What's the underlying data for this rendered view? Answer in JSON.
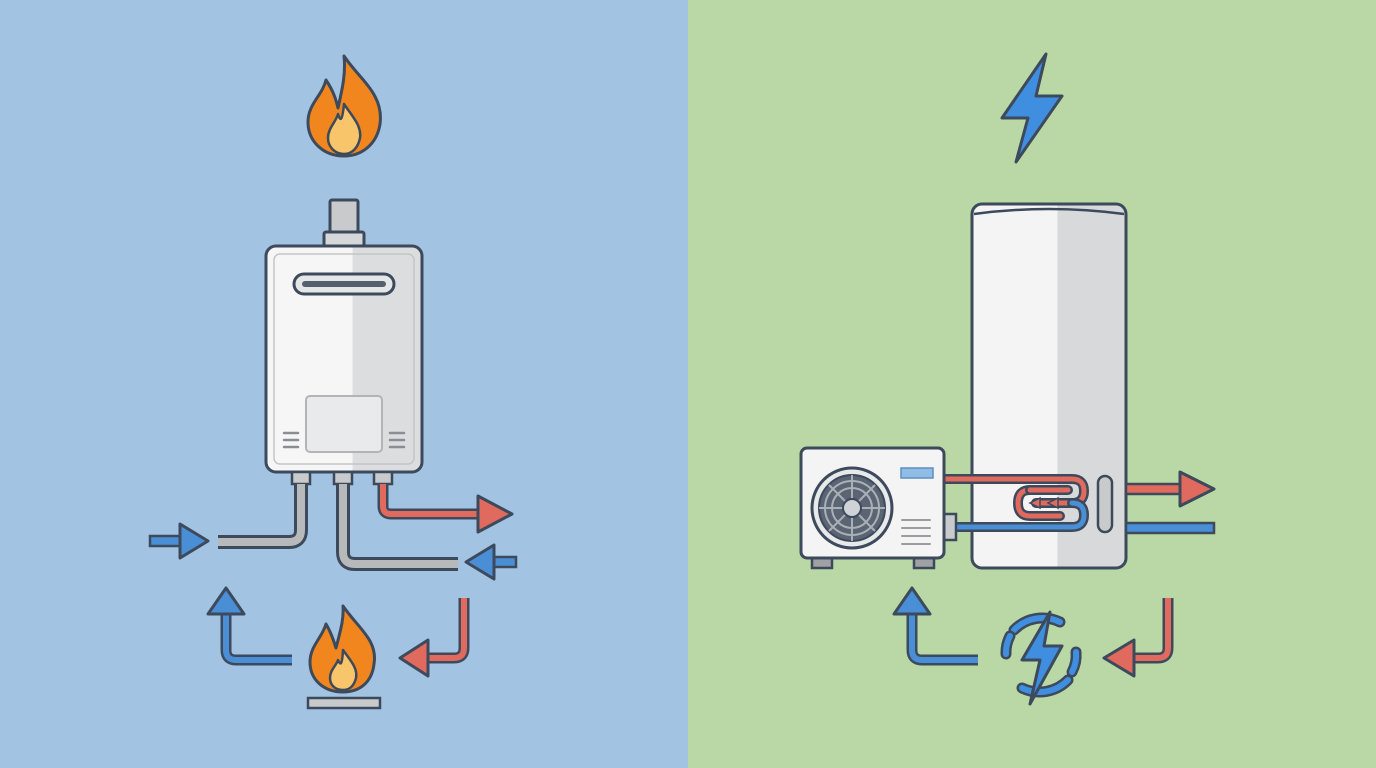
{
  "colors": {
    "left_background": "#a3c3e3",
    "right_background": "#b9d8a5",
    "outline": "#3d4a5c",
    "flame_orange": "#f2861e",
    "flame_light": "#f9c56b",
    "hot_red": "#e06a5e",
    "cold_blue": "#4a8fd6",
    "bolt_blue": "#3f8ee0",
    "appliance_light": "#f4f4f5",
    "appliance_shadow": "#d9dadc",
    "pipe_gray": "#b8b9bb"
  },
  "icons": {
    "left_top": "flame-icon",
    "left_bottom": "burner-flame-icon",
    "right_top": "lightning-bolt-icon",
    "right_bottom": "electric-cycle-icon"
  },
  "left_panel": {
    "appliance": "tankless-gas-water-heater",
    "flows": [
      "cold-water-in",
      "hot-water-out",
      "gas-heating-cycle"
    ]
  },
  "right_panel": {
    "appliance": "heat-pump-water-heater",
    "flows": [
      "hot-water-out",
      "cold-water-in",
      "electric-heating-cycle"
    ]
  }
}
